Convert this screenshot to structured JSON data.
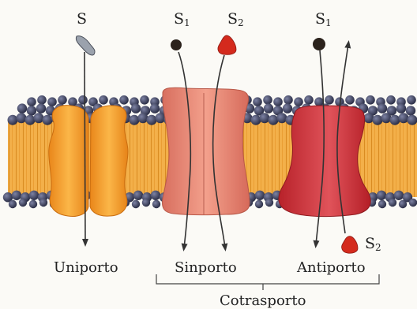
{
  "labels": {
    "uniport_substrate": "S",
    "symport_s1": "S",
    "symport_s1_sub": "1",
    "symport_s2": "S",
    "symport_s2_sub": "2",
    "antiport_s1": "S",
    "antiport_s1_sub": "1",
    "antiport_s2": "S",
    "antiport_s2_sub": "2",
    "uniport": "Uniporto",
    "symport": "Sinporto",
    "antiport": "Antiporto",
    "cotransport": "Cotrasporto"
  },
  "colors": {
    "lipid_head": "#3b3f5c",
    "lipid_tail": "#f2a63a",
    "uniporter": "#f39a1e",
    "symporter": "#e58a78",
    "antiporter": "#d2363a",
    "substrate_s": "#8a8f9a",
    "substrate_s1": "#2e241e",
    "substrate_s2": "#d32b1e",
    "arrow": "#333333"
  }
}
